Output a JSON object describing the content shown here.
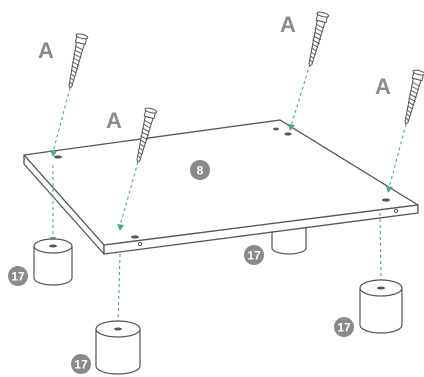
{
  "diagram": {
    "board_part_number": "8",
    "screw_label": "A",
    "leg_part_number": "17",
    "colors": {
      "outline": "#555555",
      "guide": "#4aa88a",
      "badge": "#8a8a8a",
      "letter": "#8a8a8a"
    }
  }
}
